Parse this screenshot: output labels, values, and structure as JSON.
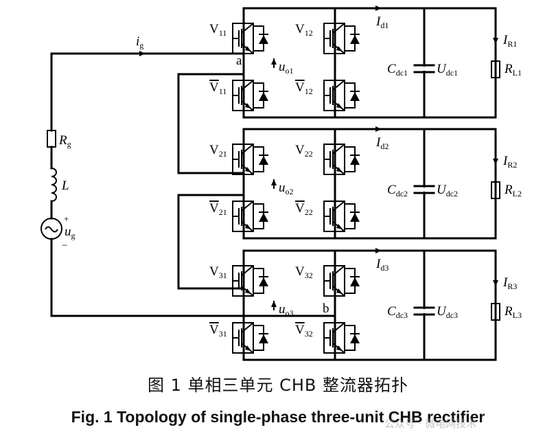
{
  "figure": {
    "caption_cn": "图 1   单相三单元 CHB 整流器拓扑",
    "caption_en": "Fig. 1 Topology of single-phase three-unit CHB rectifier",
    "watermark": "公众号 · 微电网技术"
  },
  "source": {
    "current_label": "i",
    "current_sub": "g",
    "resistor_label": "R",
    "resistor_sub": "g",
    "inductor_label": "L",
    "voltage_label": "u",
    "voltage_sub": "g",
    "plus": "+",
    "minus": "−"
  },
  "nodes": {
    "a": "a",
    "b": "b"
  },
  "units": [
    {
      "switches": [
        "11",
        "12",
        "11",
        "12"
      ],
      "uo_sub": "o1",
      "id_sub": "d1",
      "c_sub": "dc1",
      "udc_sub": "dc1",
      "ir_sub": "R1",
      "rl_sub": "L1"
    },
    {
      "switches": [
        "21",
        "22",
        "21",
        "22"
      ],
      "uo_sub": "o2",
      "id_sub": "d2",
      "c_sub": "dc2",
      "udc_sub": "dc2",
      "ir_sub": "R2",
      "rl_sub": "L2"
    },
    {
      "switches": [
        "31",
        "32",
        "31",
        "32"
      ],
      "uo_sub": "o3",
      "id_sub": "d3",
      "c_sub": "dc3",
      "udc_sub": "dc3",
      "ir_sub": "R3",
      "rl_sub": "L3"
    }
  ],
  "symbols": {
    "V": "V",
    "u": "u",
    "I": "I",
    "C": "C",
    "U": "U",
    "R": "R"
  }
}
